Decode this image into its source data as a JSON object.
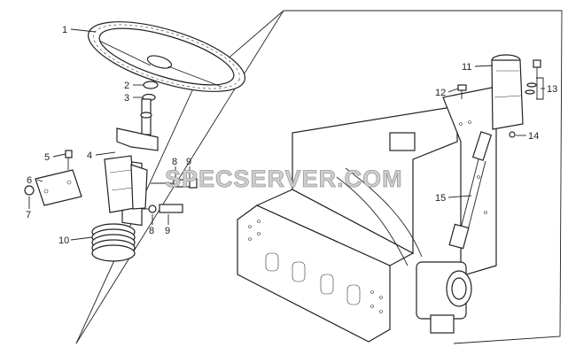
{
  "watermark": "SPECSERVER.COM",
  "callouts": {
    "c1": "1",
    "c2": "2",
    "c3": "3",
    "c4": "4",
    "c5": "5",
    "c6": "6",
    "c7": "7",
    "c8a": "8",
    "c9a": "9",
    "c8b": "8",
    "c9b": "9",
    "c10": "10",
    "c11": "11",
    "c12": "12",
    "c13": "13",
    "c14": "14",
    "c15": "15"
  }
}
